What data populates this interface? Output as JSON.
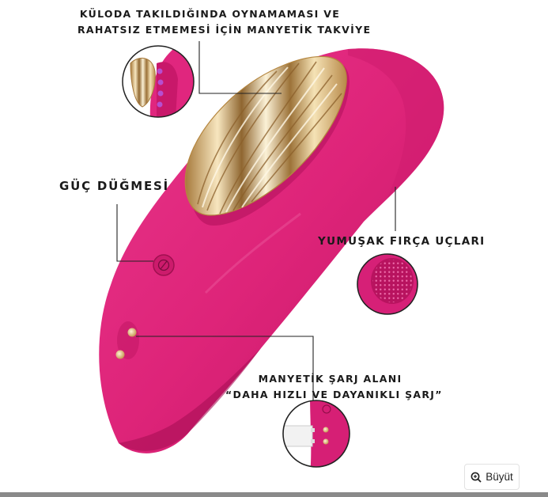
{
  "product_image": {
    "callouts": {
      "magnetic_support_line1": "KÜLODA TAKILDIĞINDA OYNAMAMASI VE",
      "magnetic_support_line2": "RAHATSIZ ETMEMESİ İÇİN MANYETİK TAKVİYE",
      "power_button": "GÜÇ DÜĞMESİ",
      "soft_brush_tips": "YUMUŞAK FIRÇA UÇLARI",
      "charging_line1": "MANYETİK ŞARJ ALANI",
      "charging_line2": "“DAHA HIZLI VE DAYANIKLI ŞARJ”"
    },
    "colors": {
      "body_pink": "#e0267e",
      "body_dark": "#b8135f",
      "gold": "#e8c98a",
      "line": "#222222"
    }
  },
  "controls": {
    "zoom_button_label": "Büyüt",
    "zoom_button_icon": "zoom-in-icon"
  }
}
